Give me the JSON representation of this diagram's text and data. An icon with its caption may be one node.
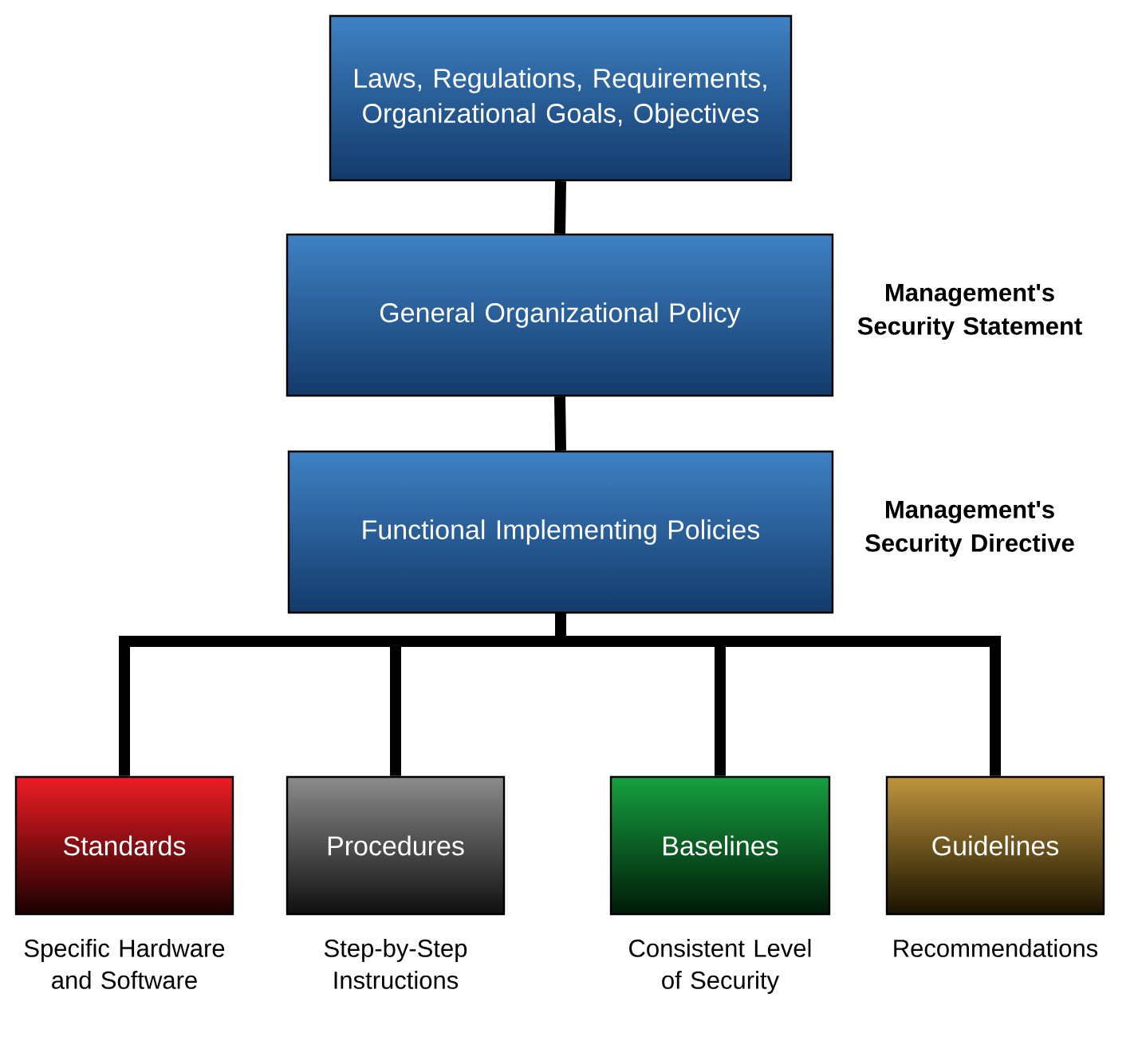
{
  "diagram": {
    "nodes": [
      {
        "text": [
          "Laws, Regulations, Requirements, Organizational Goals, Objectives"
        ]
      },
      {
        "text": [
          "General Organizational Policy"
        ],
        "beside": [
          "Management's Security Statement"
        ]
      },
      {
        "text": [
          "Functional Implementing Policies"
        ],
        "beside": [
          "Management's Security Directive"
        ]
      },
      {
        "text": [
          "Standards"
        ],
        "beside": [
          "Specific Hardware and Software"
        ]
      },
      {
        "text": [
          "Procedures"
        ],
        "beside": [
          "Step-by-Step Instructions"
        ]
      },
      {
        "text": [
          "Baselines"
        ],
        "beside": [
          "Consistent Level of Security"
        ]
      },
      {
        "text": [
          "Guidelines"
        ],
        "beside": [
          "Recommendations"
        ]
      }
    ],
    "edges": [
      {
        "from": 0,
        "to": 1,
        "arrow": "none"
      },
      {
        "from": 1,
        "to": 2,
        "arrow": "none"
      },
      {
        "from": 2,
        "to": 3,
        "arrow": "none"
      },
      {
        "from": 2,
        "to": 4,
        "arrow": "none"
      },
      {
        "from": 2,
        "to": 5,
        "arrow": "none"
      },
      {
        "from": 2,
        "to": 6,
        "arrow": "none"
      }
    ]
  }
}
